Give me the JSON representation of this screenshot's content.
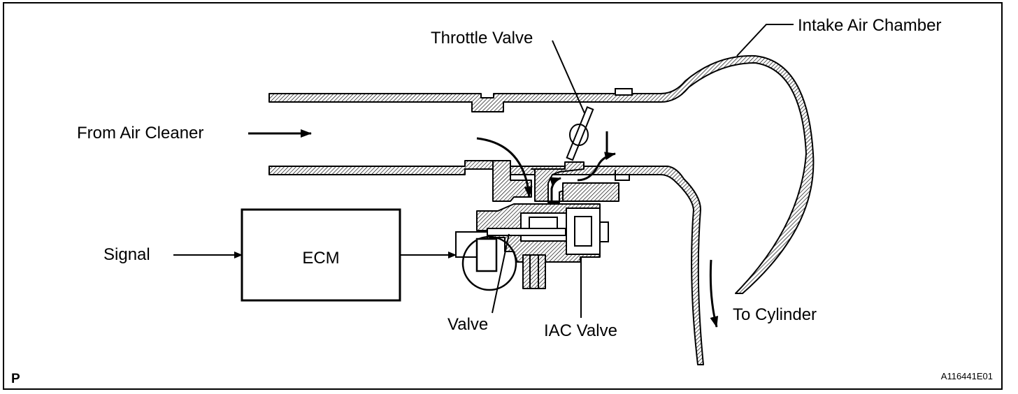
{
  "labels": {
    "throttle_valve": "Throttle Valve",
    "intake_air_chamber": "Intake Air Chamber",
    "from_air_cleaner": "From Air Cleaner",
    "signal": "Signal",
    "ecm": "ECM",
    "valve": "Valve",
    "iac_valve": "IAC Valve",
    "to_cylinder": "To Cylinder",
    "corner_letter": "P",
    "figure_code": "A116441E01"
  }
}
